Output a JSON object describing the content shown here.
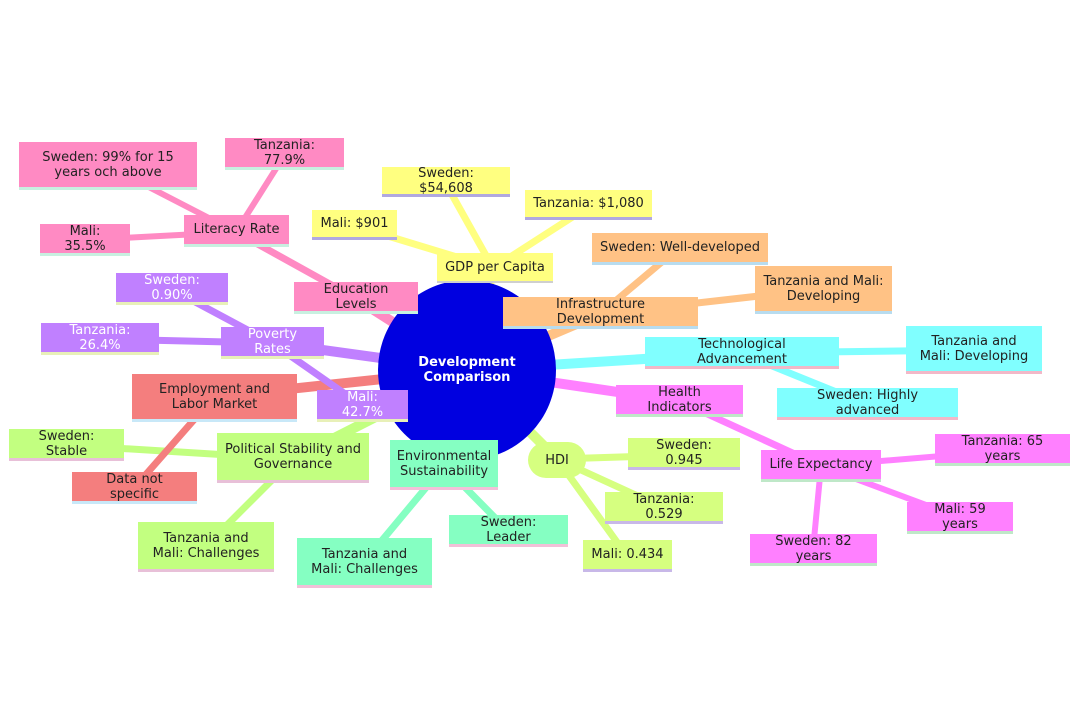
{
  "root": {
    "label": "Development Comparison"
  },
  "colors": {
    "root": "#0000e0",
    "gdp": "#ffff80",
    "infrastructure": "#ffc285",
    "technology": "#80ffff",
    "health": "#ff80ff",
    "hdi": "#d6ff80",
    "environment": "#85ffc2",
    "political": "#c2ff80",
    "employment": "#f47e7e",
    "poverty": "#c080ff",
    "education": "#ff8ac3"
  },
  "branches": {
    "gdp": {
      "label": "GDP per Capita",
      "sweden": "Sweden: $54,608",
      "tanzania": "Tanzania: $1,080",
      "mali": "Mali: $901"
    },
    "infrastructure": {
      "label": "Infrastructure Development",
      "sweden": "Sweden: Well-developed",
      "tanzania_mali": "Tanzania and Mali: Developing"
    },
    "technology": {
      "label": "Technological Advancement",
      "tanzania_mali": "Tanzania and Mali: Developing",
      "sweden": "Sweden: Highly advanced"
    },
    "health": {
      "label": "Health Indicators",
      "life_expectancy": {
        "label": "Life Expectancy",
        "tanzania": "Tanzania: 65 years",
        "mali": "Mali: 59 years",
        "sweden": "Sweden: 82 years"
      }
    },
    "hdi": {
      "label": "HDI",
      "sweden": "Sweden: 0.945",
      "tanzania": "Tanzania: 0.529",
      "mali": "Mali: 0.434"
    },
    "environment": {
      "label": "Environmental Sustainability",
      "sweden": "Sweden: Leader",
      "tanzania_mali": "Tanzania and Mali: Challenges"
    },
    "political": {
      "label": "Political Stability and Governance",
      "sweden": "Sweden: Stable",
      "tanzania_mali": "Tanzania and Mali: Challenges"
    },
    "employment": {
      "label": "Employment and Labor Market",
      "data": "Data not specific"
    },
    "poverty": {
      "label": "Poverty Rates",
      "sweden": "Sweden: 0.90%",
      "tanzania": "Tanzania: 26.4%",
      "mali": "Mali: 42.7%"
    },
    "education": {
      "label": "Education Levels",
      "literacy": {
        "label": "Literacy Rate",
        "sweden": "Sweden: 99% for 15 years och above",
        "tanzania": "Tanzania: 77.9%",
        "mali": "Mali: 35.5%"
      }
    }
  }
}
